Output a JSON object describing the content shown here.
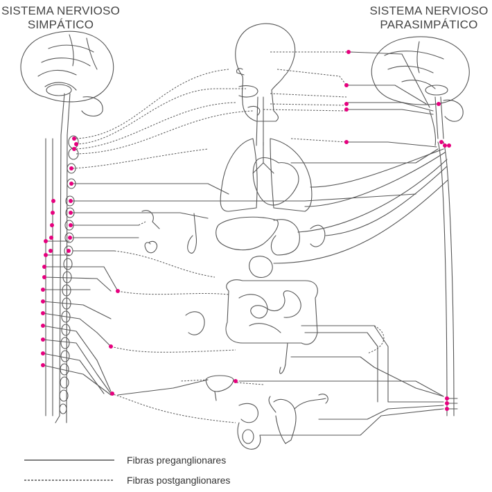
{
  "titles": {
    "sympathetic_line1": "SISTEMA NERVIOSO",
    "sympathetic_line2": "SIMPÁTICO",
    "parasympathetic_line1": "SISTEMA NERVIOSO",
    "parasympathetic_line2": "PARASIMPÁTICO"
  },
  "legend": {
    "preganglionic_label": "Fibras preganglionares",
    "postganglionic_label": "Fibras postganglionares"
  },
  "colors": {
    "line": "#555555",
    "ganglion_dot": "#e6007e"
  }
}
